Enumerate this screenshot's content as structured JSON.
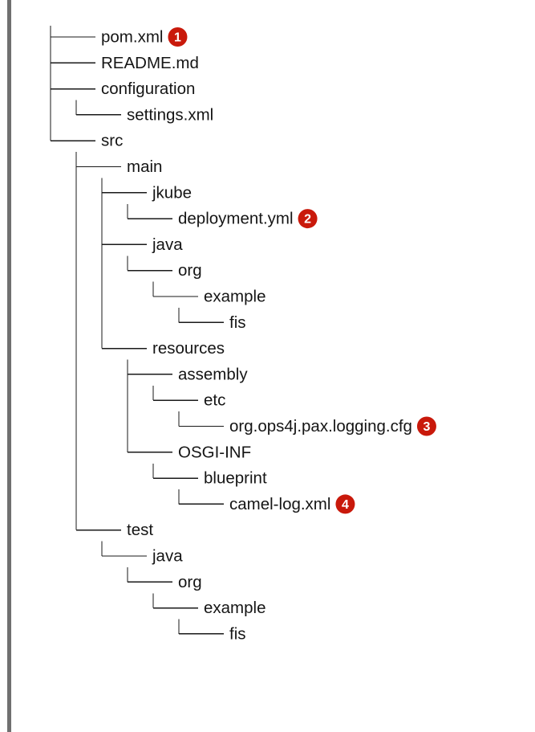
{
  "tree": {
    "entries": [
      {
        "label": "pom.xml",
        "callout": "1"
      },
      {
        "label": "README.md"
      },
      {
        "label": "configuration"
      },
      {
        "label": "settings.xml"
      },
      {
        "label": "src"
      },
      {
        "label": "main"
      },
      {
        "label": "jkube"
      },
      {
        "label": "deployment.yml",
        "callout": "2"
      },
      {
        "label": "java"
      },
      {
        "label": "org"
      },
      {
        "label": "example"
      },
      {
        "label": "fis"
      },
      {
        "label": "resources"
      },
      {
        "label": "assembly"
      },
      {
        "label": "etc"
      },
      {
        "label": "org.ops4j.pax.logging.cfg",
        "callout": "3"
      },
      {
        "label": "OSGI-INF"
      },
      {
        "label": "blueprint"
      },
      {
        "label": "camel-log.xml",
        "callout": "4"
      },
      {
        "label": "test"
      },
      {
        "label": "java"
      },
      {
        "label": "org"
      },
      {
        "label": "example"
      },
      {
        "label": "fis"
      }
    ]
  },
  "colors": {
    "callout": "#c9190b",
    "rule": "#707070",
    "text": "#151515"
  }
}
